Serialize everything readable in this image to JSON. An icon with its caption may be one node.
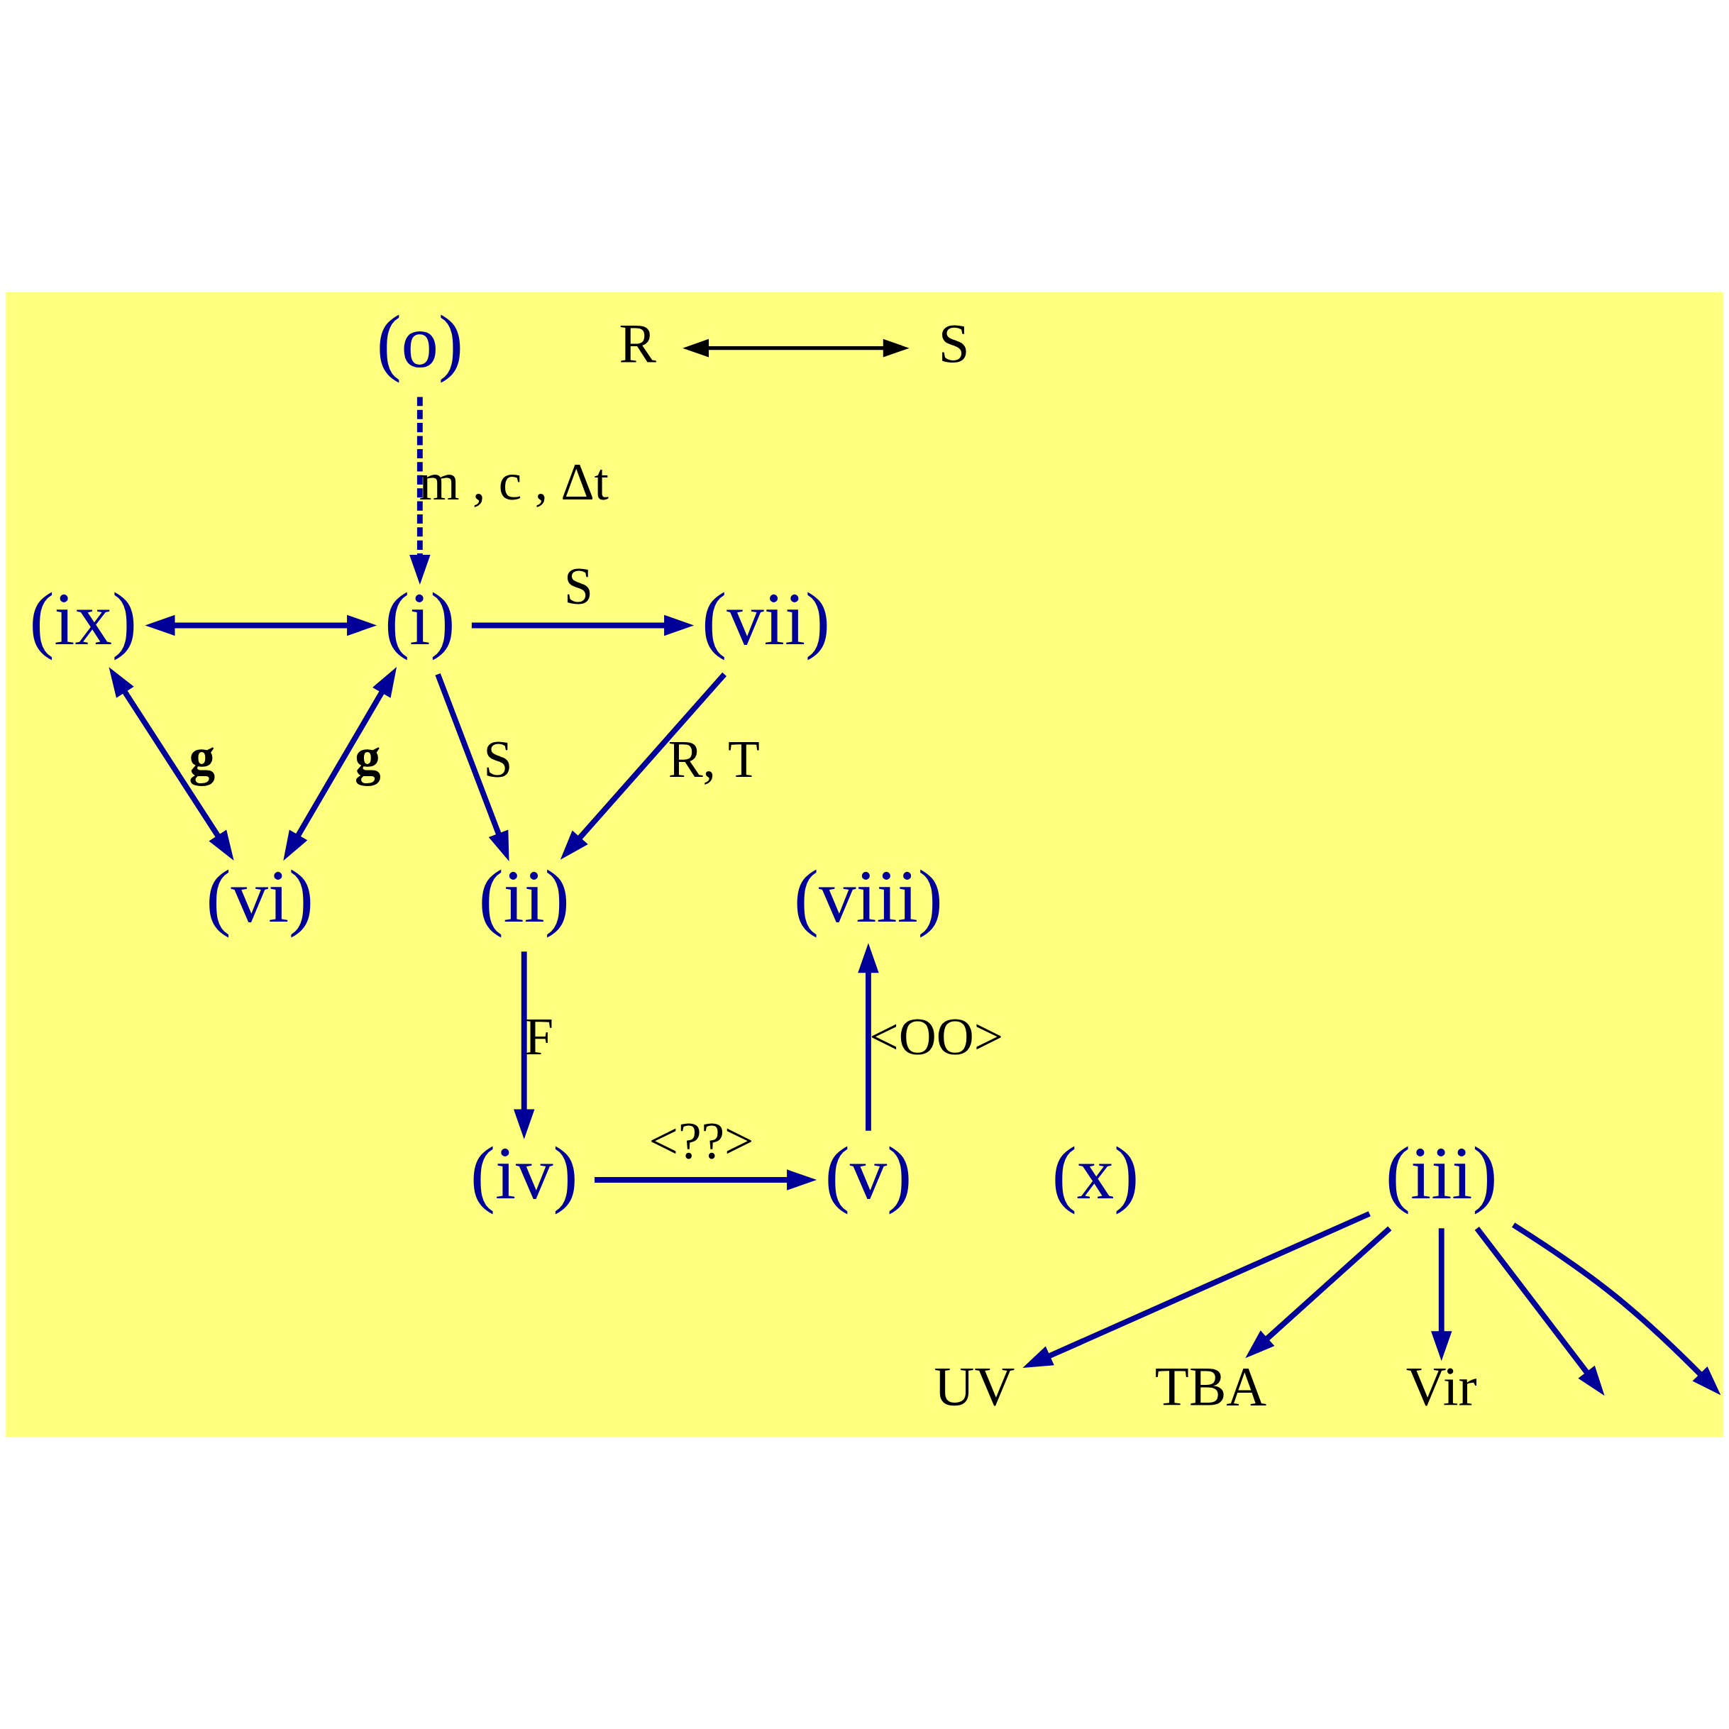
{
  "diagram": {
    "nodes": [
      {
        "text": [
          "(o)"
        ]
      },
      {
        "text": [
          "R"
        ]
      },
      {
        "text": [
          "S"
        ]
      },
      {
        "text": [
          "(ix)"
        ]
      },
      {
        "text": [
          "(i)"
        ]
      },
      {
        "text": [
          "(vii)"
        ]
      },
      {
        "text": [
          "(vi)"
        ]
      },
      {
        "text": [
          "(ii)"
        ]
      },
      {
        "text": [
          "(viii)"
        ]
      },
      {
        "text": [
          "UV"
        ]
      },
      {
        "text": [
          "TBA"
        ]
      },
      {
        "text": [
          "Vir"
        ]
      },
      {
        "text": [
          "(iii)"
        ]
      },
      {
        "text": [
          "(iv)"
        ]
      },
      {
        "text": [
          "(v)"
        ]
      }
    ],
    "edges": [
      {
        "from": 0,
        "to": 4,
        "arrow": "to",
        "label": "m , c , Δt",
        "style": "dashed"
      },
      {
        "from": 1,
        "to": 2,
        "arrow": "both",
        "color": "#000000"
      },
      {
        "from": 3,
        "to": 4,
        "arrow": "both"
      },
      {
        "from": 4,
        "to": 5,
        "arrow": "to",
        "label": "S"
      },
      {
        "from": 3,
        "to": 6,
        "arrow": "both",
        "label": "g"
      },
      {
        "from": 6,
        "to": 4,
        "arrow": "both",
        "label": "g"
      },
      {
        "from": 4,
        "to": 7,
        "arrow": "to",
        "label": "S"
      },
      {
        "from": 5,
        "to": 7,
        "arrow": "to",
        "label": "R, T"
      },
      {
        "from": 7,
        "to": 13,
        "arrow": "to",
        "label": "F"
      },
      {
        "from": 13,
        "to": 14,
        "arrow": "to",
        "label": "<??>"
      },
      {
        "from": 14,
        "to": 8,
        "arrow": "to",
        "label": "<OO>"
      },
      {
        "from": 12,
        "to": null,
        "arrow": "to"
      },
      {
        "from": 12,
        "to": 9,
        "arrow": "to"
      },
      {
        "from": 12,
        "to": 10,
        "arrow": "to"
      },
      {
        "from": 12,
        "to": 11,
        "arrow": "to"
      },
      {
        "from": 12,
        "to": null,
        "arrow": "to"
      }
    ],
    "labels": [
      "(x)"
    ]
  }
}
